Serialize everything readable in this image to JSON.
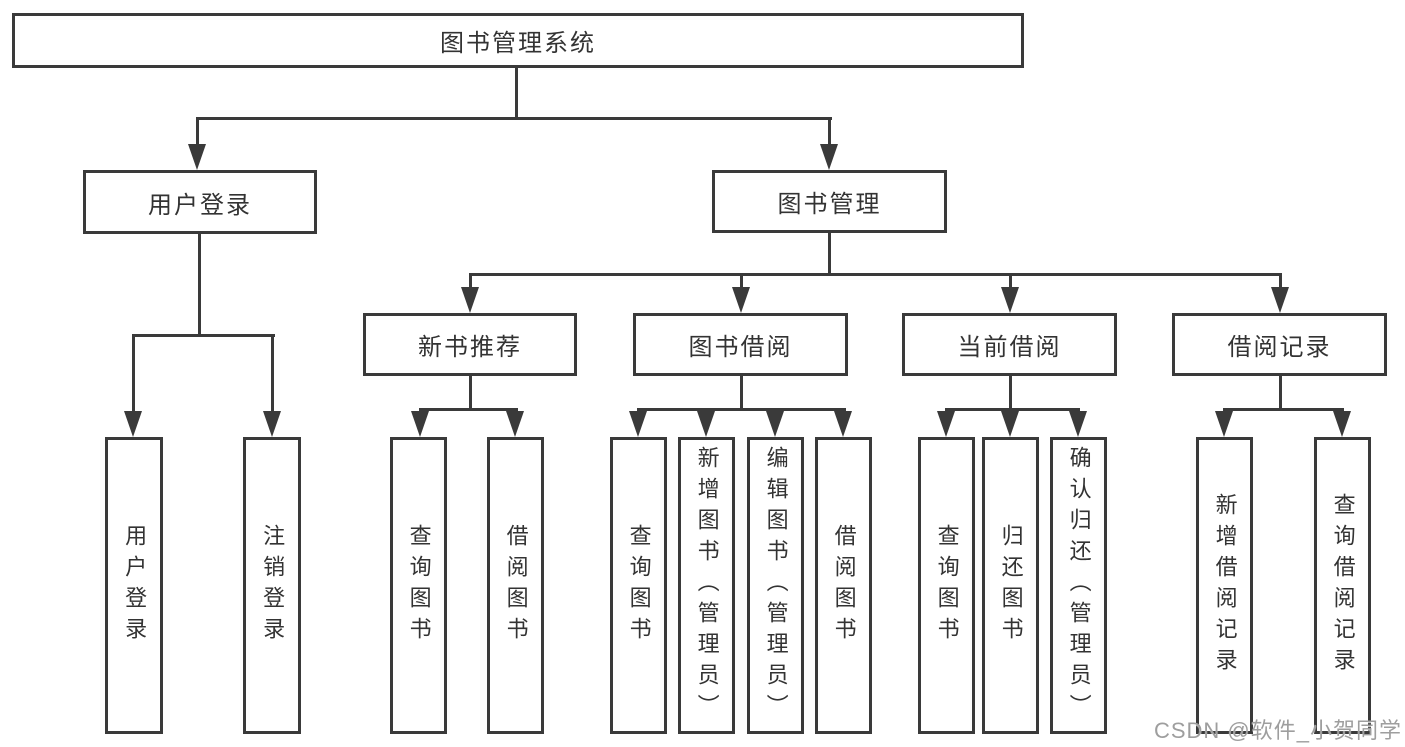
{
  "diagram": {
    "root": "图书管理系统",
    "children": {
      "user_login": {
        "label": "用户登录",
        "children": {
          "login": "用户登录",
          "logout": "注销登录"
        }
      },
      "book_mgmt": {
        "label": "图书管理",
        "children": {
          "new_book_rec": {
            "label": "新书推荐",
            "children": {
              "query": "查询图书",
              "borrow": "借阅图书"
            }
          },
          "book_borrow": {
            "label": "图书借阅",
            "children": {
              "query": "查询图书",
              "add": "新增图书（管理员）",
              "edit": "编辑图书（管理员）",
              "borrow": "借阅图书"
            }
          },
          "current_borrow": {
            "label": "当前借阅",
            "children": {
              "query": "查询图书",
              "return": "归还图书",
              "confirm": "确认归还（管理员）"
            }
          },
          "borrow_records": {
            "label": "借阅记录",
            "children": {
              "add": "新增借阅记录",
              "query": "查询借阅记录"
            }
          }
        }
      }
    }
  },
  "watermark": "CSDN @软件_小贺同学",
  "colors": {
    "line": "#3a3a3a",
    "text": "#333333",
    "background": "#ffffff",
    "watermark": "#9e9e9e"
  }
}
